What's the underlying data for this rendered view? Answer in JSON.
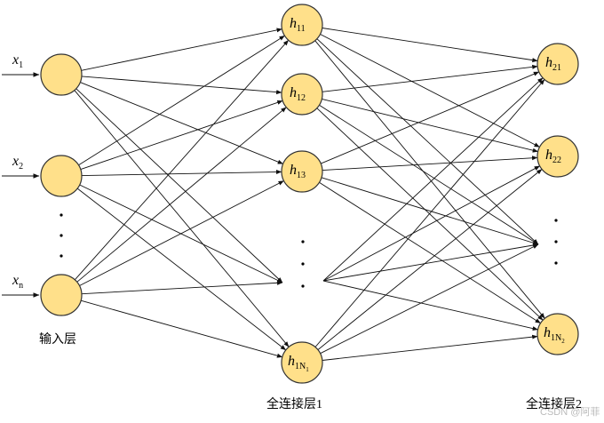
{
  "input_layer": {
    "caption": "输入层",
    "nodes": [
      {
        "var": "x",
        "sub": "1"
      },
      {
        "var": "x",
        "sub": "2"
      },
      {
        "var": "x",
        "sub": "n"
      }
    ]
  },
  "hidden_layer_1": {
    "caption": "全连接层1",
    "nodes": [
      {
        "var": "h",
        "sub": "11"
      },
      {
        "var": "h",
        "sub": "12"
      },
      {
        "var": "h",
        "sub": "13"
      },
      {
        "var": "h",
        "sub": "1N",
        "subsub": "1"
      }
    ]
  },
  "hidden_layer_2": {
    "caption": "全连接层2",
    "nodes": [
      {
        "var": "h",
        "sub": "21"
      },
      {
        "var": "h",
        "sub": "22"
      },
      {
        "var": "h",
        "sub": "1N",
        "subsub": "2"
      }
    ]
  },
  "watermark": "CSDN @阿菲"
}
